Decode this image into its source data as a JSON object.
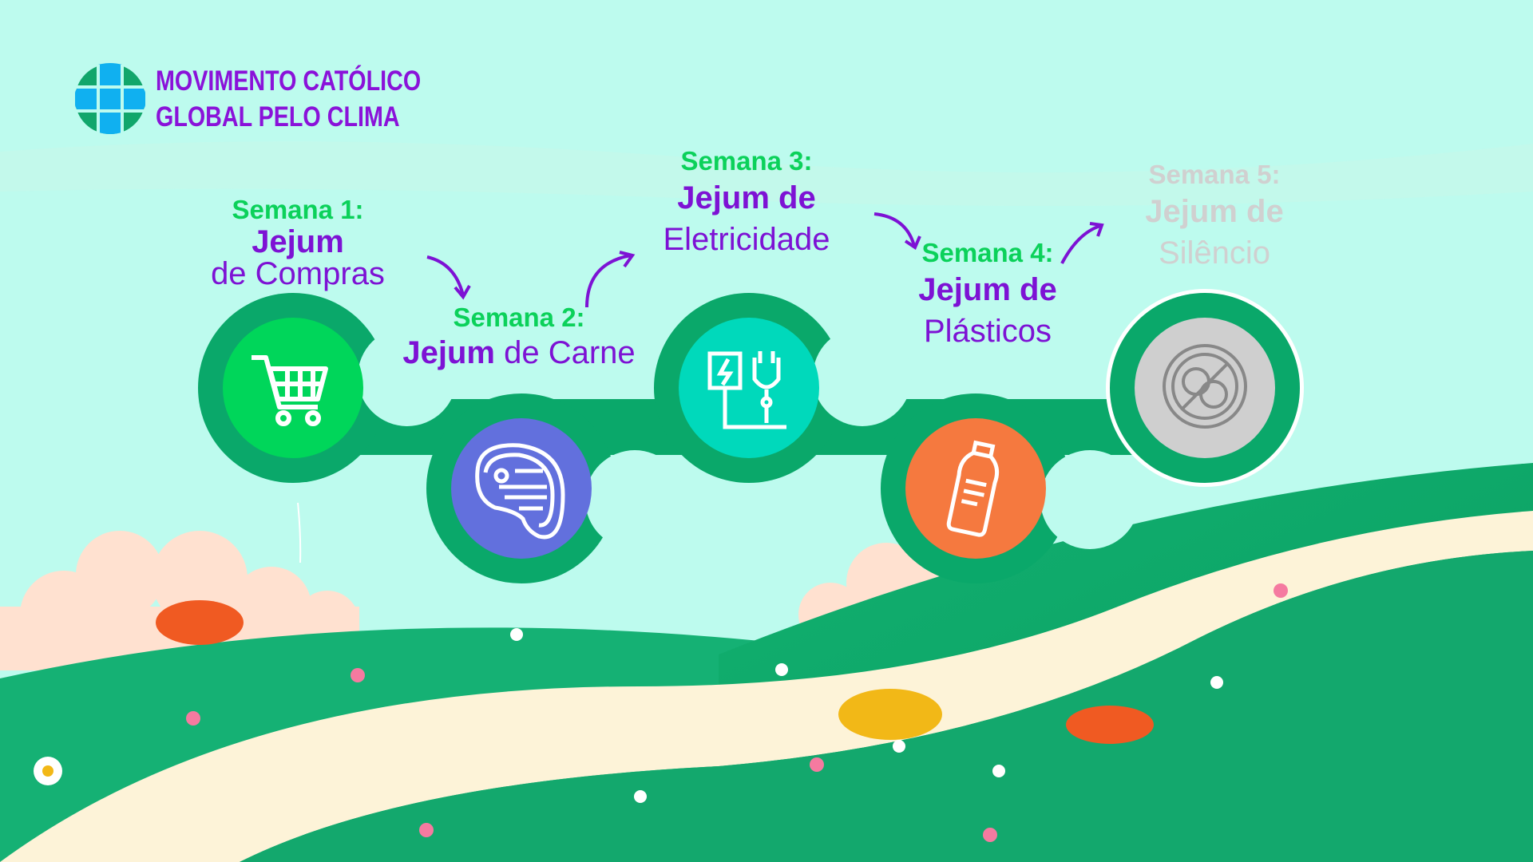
{
  "logo": {
    "line1": "MOVIMENTO CATÓLICO",
    "line2": "GLOBAL PELO CLIMA",
    "icon": "globe-icon"
  },
  "weeks": [
    {
      "week": "Semana 1:",
      "bold": "Jejum",
      "rest": "de Compras",
      "icon": "shopping-cart-icon",
      "color": "#00d65a"
    },
    {
      "week": "Semana 2:",
      "bold": "Jejum",
      "rest": " de Carne",
      "icon": "steak-icon",
      "color": "#6270dd"
    },
    {
      "week": "Semana 3:",
      "bold": "Jejum de",
      "rest": "Eletricidade",
      "icon": "plug-icon",
      "color": "#00d9bb"
    },
    {
      "week": "Semana 4:",
      "bold": "Jejum de",
      "rest": "Plásticos",
      "icon": "bottle-icon",
      "color": "#f5793f"
    },
    {
      "week": "Semana 5:",
      "bold": "Jejum de",
      "rest": "Silêncio",
      "icon": "no-talking-icon",
      "color": "#cfcfcf"
    }
  ],
  "colors": {
    "bg": "#bdfbee",
    "track": "#0aa86a",
    "accent": "#8a12d9",
    "week": "#0bd15a"
  }
}
